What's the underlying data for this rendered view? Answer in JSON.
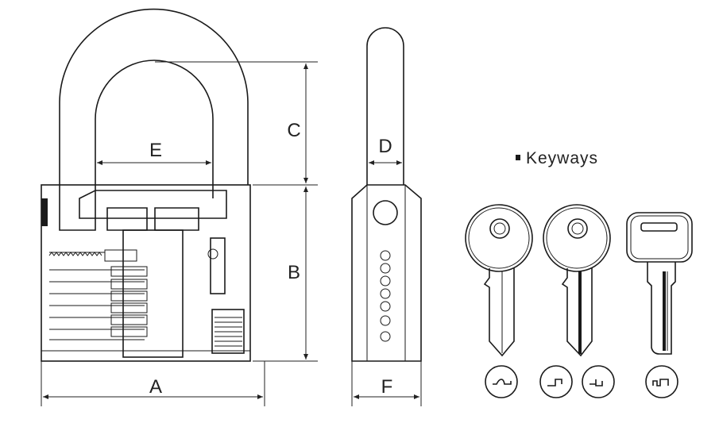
{
  "diagram": {
    "title": "Padlock dimensions and keyways",
    "dimension_labels": {
      "A": "A",
      "B": "B",
      "C": "C",
      "D": "D",
      "E": "E",
      "F": "F"
    },
    "keyways_label": "Keyways",
    "keys": [
      {
        "name": "round-head-key-1",
        "keyway_profiles": 1
      },
      {
        "name": "round-head-key-2",
        "keyway_profiles": 2
      },
      {
        "name": "square-head-key",
        "keyway_profiles": 1
      }
    ]
  }
}
